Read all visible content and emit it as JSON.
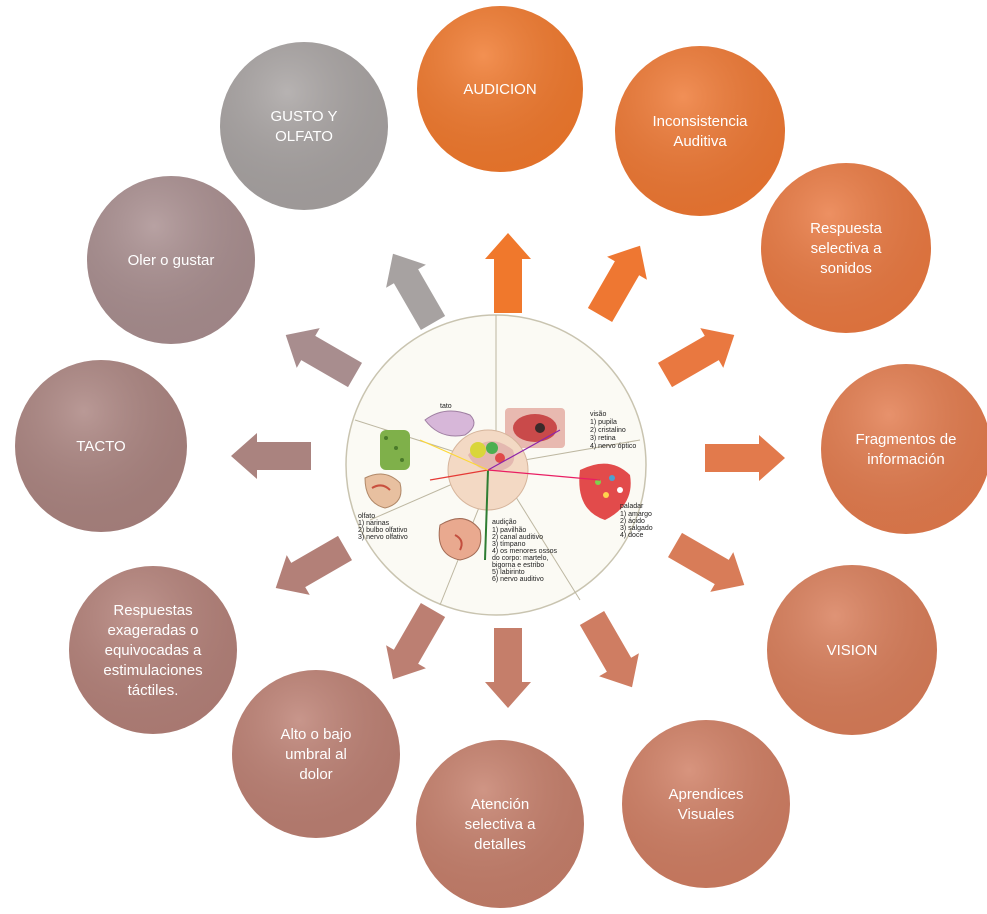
{
  "nodes": [
    {
      "id": "audicion",
      "lines": [
        "AUDICION"
      ],
      "color": "#F0782C"
    },
    {
      "id": "inconsistencia-auditiva",
      "lines": [
        "Inconsistencia",
        "Auditiva"
      ],
      "color": "#EE7732"
    },
    {
      "id": "respuesta-selectiva",
      "lines": [
        "Respuesta",
        "selectiva a",
        "sonidos"
      ],
      "color": "#E97840"
    },
    {
      "id": "fragmentos",
      "lines": [
        "Fragmentos de",
        "información"
      ],
      "color": "#E27A4C"
    },
    {
      "id": "vision",
      "lines": [
        "VISION"
      ],
      "color": "#D87C58"
    },
    {
      "id": "aprendices-visuales",
      "lines": [
        "Aprendices",
        "Visuales"
      ],
      "color": "#CF7D62"
    },
    {
      "id": "atencion-selectiva",
      "lines": [
        "Atención",
        "selectiva a",
        "detalles"
      ],
      "color": "#C57E6A"
    },
    {
      "id": "umbral-dolor",
      "lines": [
        "Alto o bajo",
        "umbral al",
        "dolor"
      ],
      "color": "#BC7F72"
    },
    {
      "id": "respuestas-exageradas",
      "lines": [
        "Respuestas",
        "exageradas o",
        "equivocadas a",
        "estimulaciones",
        "táctiles."
      ],
      "color": "#B38078"
    },
    {
      "id": "tacto",
      "lines": [
        "TACTO"
      ],
      "color": "#AA837F"
    },
    {
      "id": "oler-gustar",
      "lines": [
        "Oler o gustar"
      ],
      "color": "#A88D8E"
    },
    {
      "id": "gusto-olfato",
      "lines": [
        "GUSTO Y",
        "OLFATO"
      ],
      "color": "#A7A2A1"
    }
  ],
  "center_image": {
    "labels": {
      "tato": "tato",
      "visao": "visão",
      "paladar": "paladar",
      "olfato": "olfato",
      "audicao": "audição"
    },
    "visao_items": [
      "1) pupila",
      "2) cristalino",
      "3) retina",
      "4) nervo óptico"
    ],
    "paladar_items": [
      "1) amargo",
      "2) ácido",
      "3) salgado",
      "4) doce"
    ],
    "olfato_items": [
      "1) narinas",
      "2) bulbo olfativo",
      "3) nervo olfativo"
    ],
    "audicao_items": [
      "1) pavilhão",
      "2) canal auditivo",
      "3) tímpano",
      "4) os menores ossos",
      "do corpo: martelo,",
      "bigorna e estribo",
      "5) labirinto",
      "6) nervo auditivo"
    ]
  }
}
